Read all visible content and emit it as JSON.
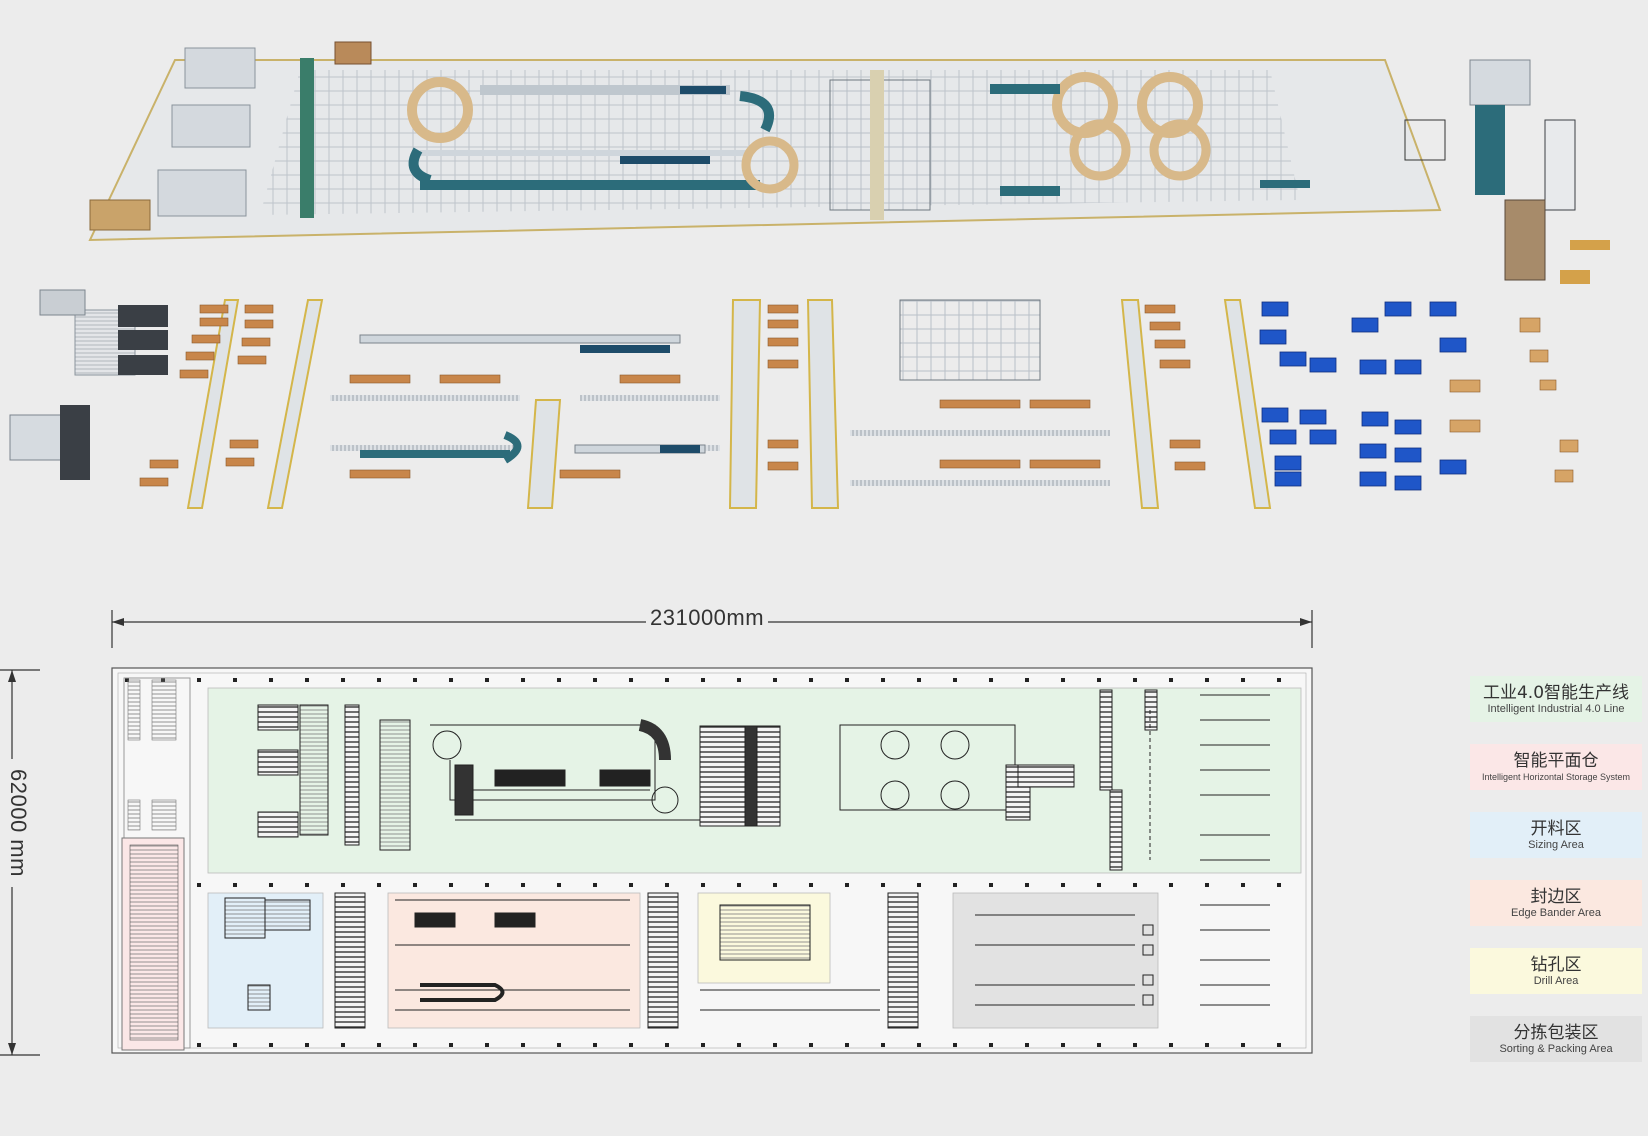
{
  "dimensions": {
    "width_label": "231000mm",
    "height_label": "62000 mm"
  },
  "legend": [
    {
      "zh": "工业4.0智能生产线",
      "en": "Intelligent Industrial 4.0 Line",
      "color": "#e5f3e6"
    },
    {
      "zh": "智能平面仓",
      "en": "Intelligent Horizontal Storage System",
      "color": "#fbe7e7"
    },
    {
      "zh": "开料区",
      "en": "Sizing Area",
      "color": "#e2eff8"
    },
    {
      "zh": "封边区",
      "en": "Edge Bander Area",
      "color": "#fbe8e0"
    },
    {
      "zh": "钻孔区",
      "en": "Drill Area",
      "color": "#fbf9dd"
    },
    {
      "zh": "分拣包装区",
      "en": "Sorting & Packing Area",
      "color": "#e2e2e2"
    }
  ],
  "colors": {
    "background": "#ececec",
    "frame": "#f7f7f7",
    "drawing_line": "#222222",
    "wood": "#c8864a",
    "blue_bin": "#1f56c8",
    "teal_belt": "#2c6c7a"
  }
}
